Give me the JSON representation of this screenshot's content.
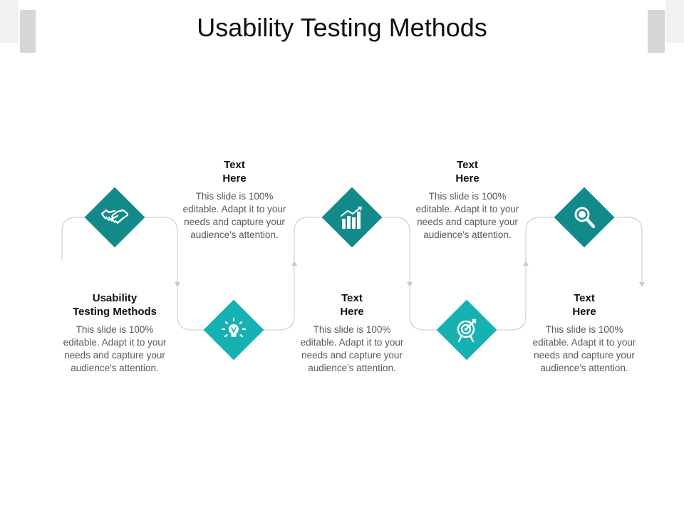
{
  "slide": {
    "title": "Usability Testing Methods"
  },
  "colors": {
    "top_accent": "#138a8a",
    "bottom_accent": "#16b2b2",
    "connector": "#c8c8c8",
    "corner_light": "#f1f1f1",
    "corner_dark": "#d6d6d6"
  },
  "steps": [
    {
      "position": "bottom",
      "icon": "handshake-icon",
      "heading": "Usability\nTesting Methods",
      "body": "This slide is 100% editable. Adapt it to your needs and capture your audience's attention."
    },
    {
      "position": "top",
      "icon": "lightbulb-icon",
      "heading": "Text\nHere",
      "body": "This slide is 100% editable. Adapt it to your needs and capture your audience's attention."
    },
    {
      "position": "bottom",
      "icon": "bar-chart-growth-icon",
      "heading": "Text\nHere",
      "body": "This slide is 100% editable. Adapt it to your needs and capture your audience's attention."
    },
    {
      "position": "top",
      "icon": "target-icon",
      "heading": "Text\nHere",
      "body": "This slide is 100% editable. Adapt it to your needs and capture your audience's attention."
    },
    {
      "position": "bottom",
      "icon": "magnifier-icon",
      "heading": "Text\nHere",
      "body": "This slide is 100% editable. Adapt it to your needs and capture your audience's attention."
    }
  ]
}
